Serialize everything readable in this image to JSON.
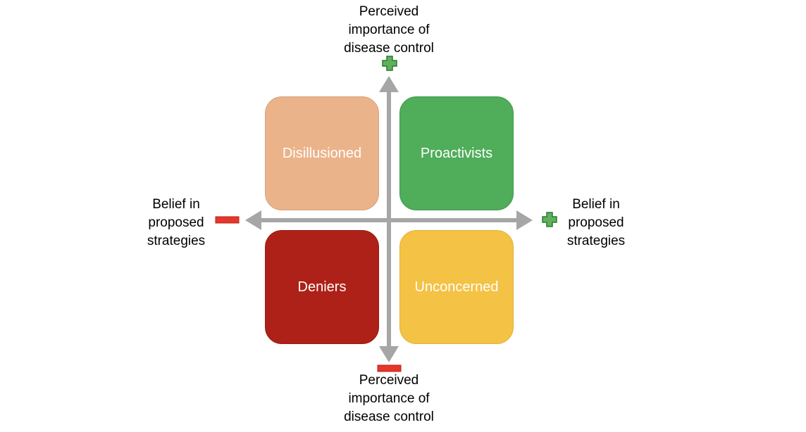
{
  "axes": {
    "vertical_top_label": [
      "Perceived",
      "importance of",
      "disease control"
    ],
    "vertical_bottom_label": [
      "Perceived",
      "importance of",
      "disease control"
    ],
    "horizontal_left_label": [
      "Belief in",
      "proposed",
      "strategies"
    ],
    "horizontal_right_label": [
      "Belief in",
      "proposed",
      "strategies"
    ],
    "top_sign": "plus",
    "bottom_sign": "minus",
    "left_sign": "minus",
    "right_sign": "plus"
  },
  "quadrants": [
    {
      "id": "top-left",
      "label": "Disillusioned",
      "color": "#ebb38a",
      "border": "#d7a27c"
    },
    {
      "id": "top-right",
      "label": "Proactivists",
      "color": "#50ad5a",
      "border": "#3f9a49"
    },
    {
      "id": "bottom-left",
      "label": "Deniers",
      "color": "#ae2118",
      "border": "#981b14"
    },
    {
      "id": "bottom-right",
      "label": "Unconcerned",
      "color": "#f4c244",
      "border": "#e3b235"
    }
  ],
  "colors": {
    "axis": "#a6a6a6",
    "plus_fill": "#5db15b",
    "plus_stroke": "#2b7a33",
    "minus_fill": "#e8362a",
    "minus_stroke": "#b02218"
  }
}
